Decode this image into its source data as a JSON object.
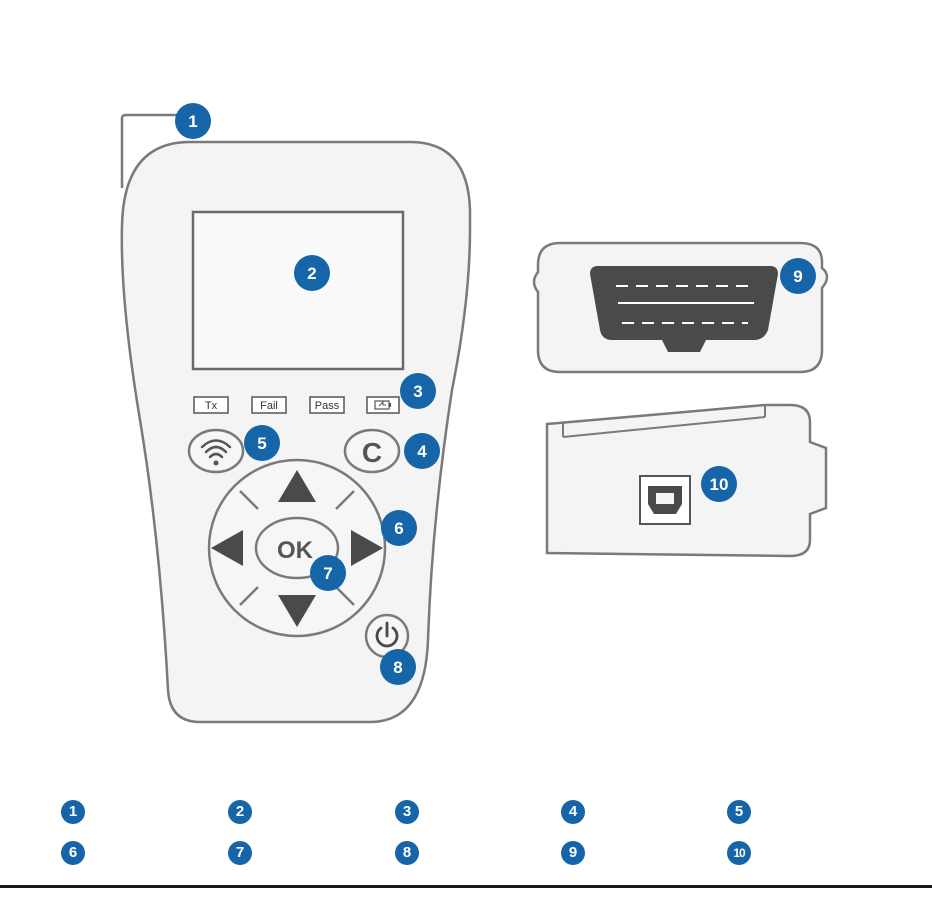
{
  "device": {
    "led_labels": {
      "tx": "Tx",
      "fail": "Fail",
      "pass": "Pass"
    },
    "ok_label": "OK",
    "c_label": "C"
  },
  "callouts": [
    "1",
    "2",
    "3",
    "4",
    "5",
    "6",
    "7",
    "8",
    "9",
    "10"
  ],
  "legend": {
    "row1": [
      "1",
      "2",
      "3",
      "4",
      "5"
    ],
    "row2": [
      "6",
      "7",
      "8",
      "9",
      "10"
    ]
  },
  "colors": {
    "badge": "#1565a8",
    "outline": "#7a7a7a",
    "device_body": "#f4f4f4",
    "connector": "#4a4a4a"
  }
}
